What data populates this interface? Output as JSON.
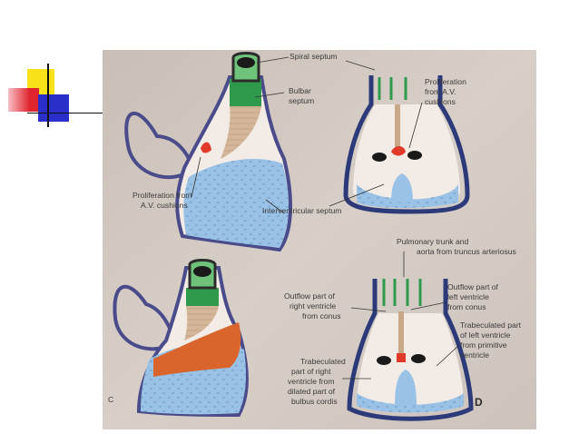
{
  "slide": {
    "deco_colors": {
      "yellow": "#f7e21a",
      "red": "#e0242d",
      "blue": "#2a2fc9",
      "line": "#111111"
    }
  },
  "figure": {
    "labels": {
      "spiral_septum": "Spiral septum",
      "bulbar_septum_1": "Bulbar",
      "bulbar_septum_2": "septum",
      "prolif_av_top_1": "Proliferation",
      "prolif_av_top_2": "from A.V.",
      "prolif_av_top_3": "cushions",
      "prolif_av_left_1": "Proliferation from",
      "prolif_av_left_2": "A.V. cushions",
      "interventricular_septum": "Interventricular septum",
      "pulm_trunk_1": "Pulmonary trunk and",
      "pulm_trunk_2": "aorta from truncus arteriosus",
      "outflow_right_1": "Outflow part of",
      "outflow_right_2": "right ventricle",
      "outflow_right_3": "from conus",
      "outflow_left_1": "Outflow part of",
      "outflow_left_2": "left ventricle",
      "outflow_left_3": "from conus",
      "trab_left_1": "Trabeculated part",
      "trab_left_2": "of left ventricle",
      "trab_left_3": "from primitive",
      "trab_left_4": "ventricle",
      "trab_right_1": "Trabeculated",
      "trab_right_2": "part of right",
      "trab_right_3": "ventricle from",
      "trab_right_4": "dilated part of",
      "trab_right_5": "bulbus cordis",
      "panel_c": "C",
      "panel_d": "D"
    }
  }
}
